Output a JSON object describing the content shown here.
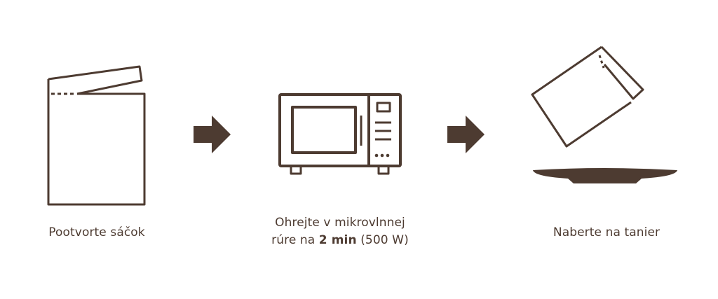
{
  "colors": {
    "ink": "#4d3b31",
    "background": "#ffffff"
  },
  "steps": [
    {
      "icon": "open-bag-icon",
      "label": "Pootvorte sáčok"
    },
    {
      "icon": "microwave-icon",
      "label_line1": "Ohrejte v mikrovlnnej",
      "label_line2_prefix": "rúre na ",
      "label_line2_bold": "2 min",
      "label_line2_suffix": " (500 W)"
    },
    {
      "icon": "bag-pouring-on-plate-icon",
      "label": "Naberte na tanier"
    }
  ],
  "connectors": [
    "arrow-right-icon",
    "arrow-right-icon"
  ]
}
